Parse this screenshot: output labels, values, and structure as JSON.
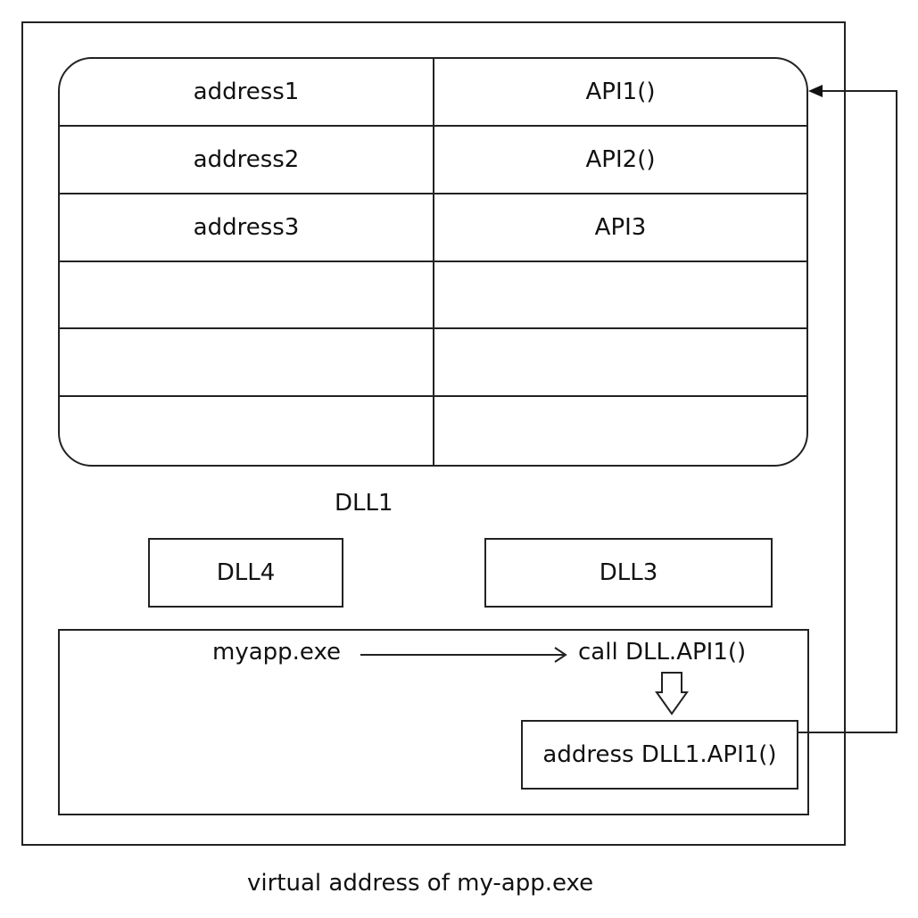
{
  "table": {
    "rows": [
      {
        "address": "address1",
        "api": "API1()"
      },
      {
        "address": "address2",
        "api": "API2()"
      },
      {
        "address": "address3",
        "api": "API3"
      },
      {
        "address": "",
        "api": ""
      },
      {
        "address": "",
        "api": ""
      },
      {
        "address": "",
        "api": ""
      }
    ]
  },
  "labels": {
    "dll1": "DLL1",
    "dll4": "DLL4",
    "dll3": "DLL3",
    "app": "myapp.exe",
    "call": "call DLL.API1()",
    "resolved": "address DLL1.API1()",
    "caption": "virtual address of my-app.exe"
  }
}
